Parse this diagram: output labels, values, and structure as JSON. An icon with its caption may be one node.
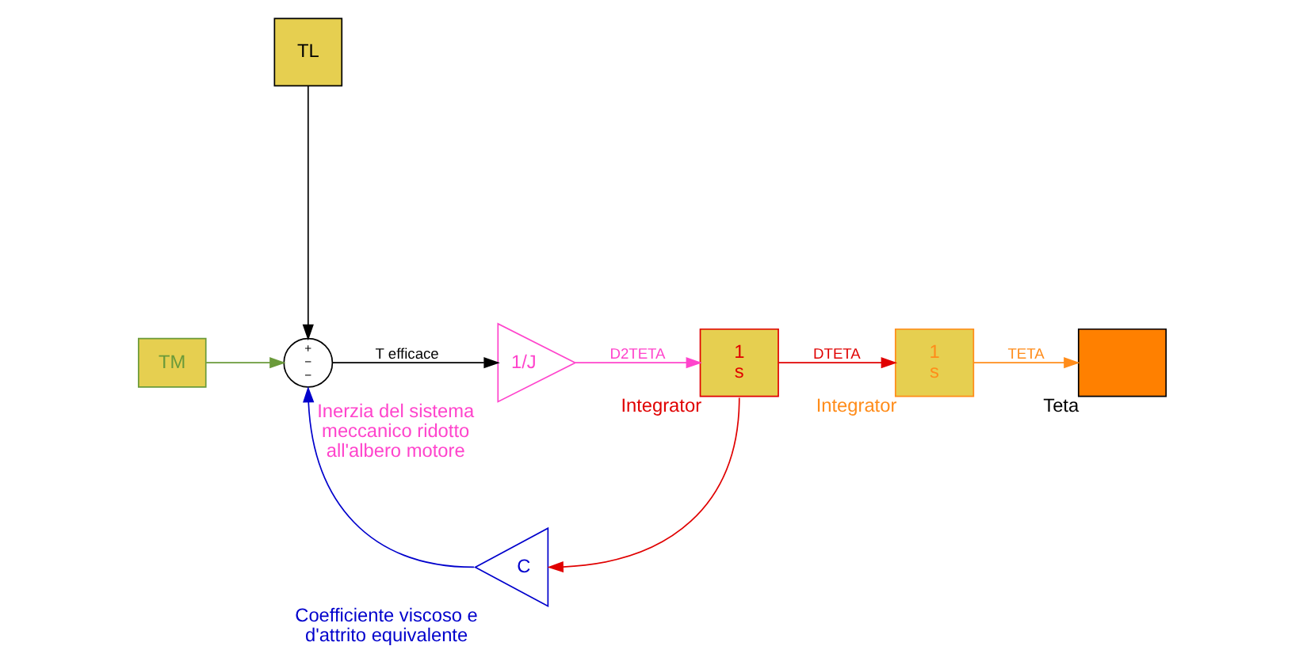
{
  "diagram": {
    "nodes": [
      {
        "text": [
          "TM"
        ]
      },
      {
        "text": [
          "TL"
        ]
      },
      {
        "text": [
          "+",
          "−",
          "−"
        ]
      },
      {
        "text": [
          "1/J"
        ],
        "beside": [
          "Inerzia del sistema meccanico ridotto all'albero motore"
        ]
      },
      {
        "text": [
          "1",
          "s"
        ],
        "beside": [
          "Integrator"
        ]
      },
      {
        "text": [
          "1",
          "s"
        ],
        "beside": [
          "Integrator"
        ]
      },
      {
        "text": [],
        "shape": "box",
        "beside": [
          "Teta"
        ]
      },
      {
        "text": [
          "C"
        ],
        "beside": [
          "Coefficiente viscoso e d'attrito equivalente"
        ]
      }
    ],
    "edges": [
      {
        "from": 0,
        "to": 2,
        "arrow": "to",
        "color": "#6a9a3a"
      },
      {
        "from": 1,
        "to": 2,
        "arrow": "to",
        "color": "#000000"
      },
      {
        "from": 2,
        "to": 3,
        "arrow": "to",
        "label": "T efficace",
        "color": "#000000"
      },
      {
        "from": 3,
        "to": 4,
        "arrow": "to",
        "label": "D2TETA",
        "color": "#ff44cc"
      },
      {
        "from": 4,
        "to": 5,
        "arrow": "to",
        "label": "DTETA",
        "color": "#e00000"
      },
      {
        "from": 5,
        "to": 6,
        "arrow": "to",
        "label": "TETA",
        "color": "#ff8c1a"
      },
      {
        "from": 4,
        "to": 7,
        "arrow": "to",
        "color": "#e00000"
      },
      {
        "from": 7,
        "to": 2,
        "arrow": "to",
        "color": "#0000cc"
      }
    ]
  }
}
